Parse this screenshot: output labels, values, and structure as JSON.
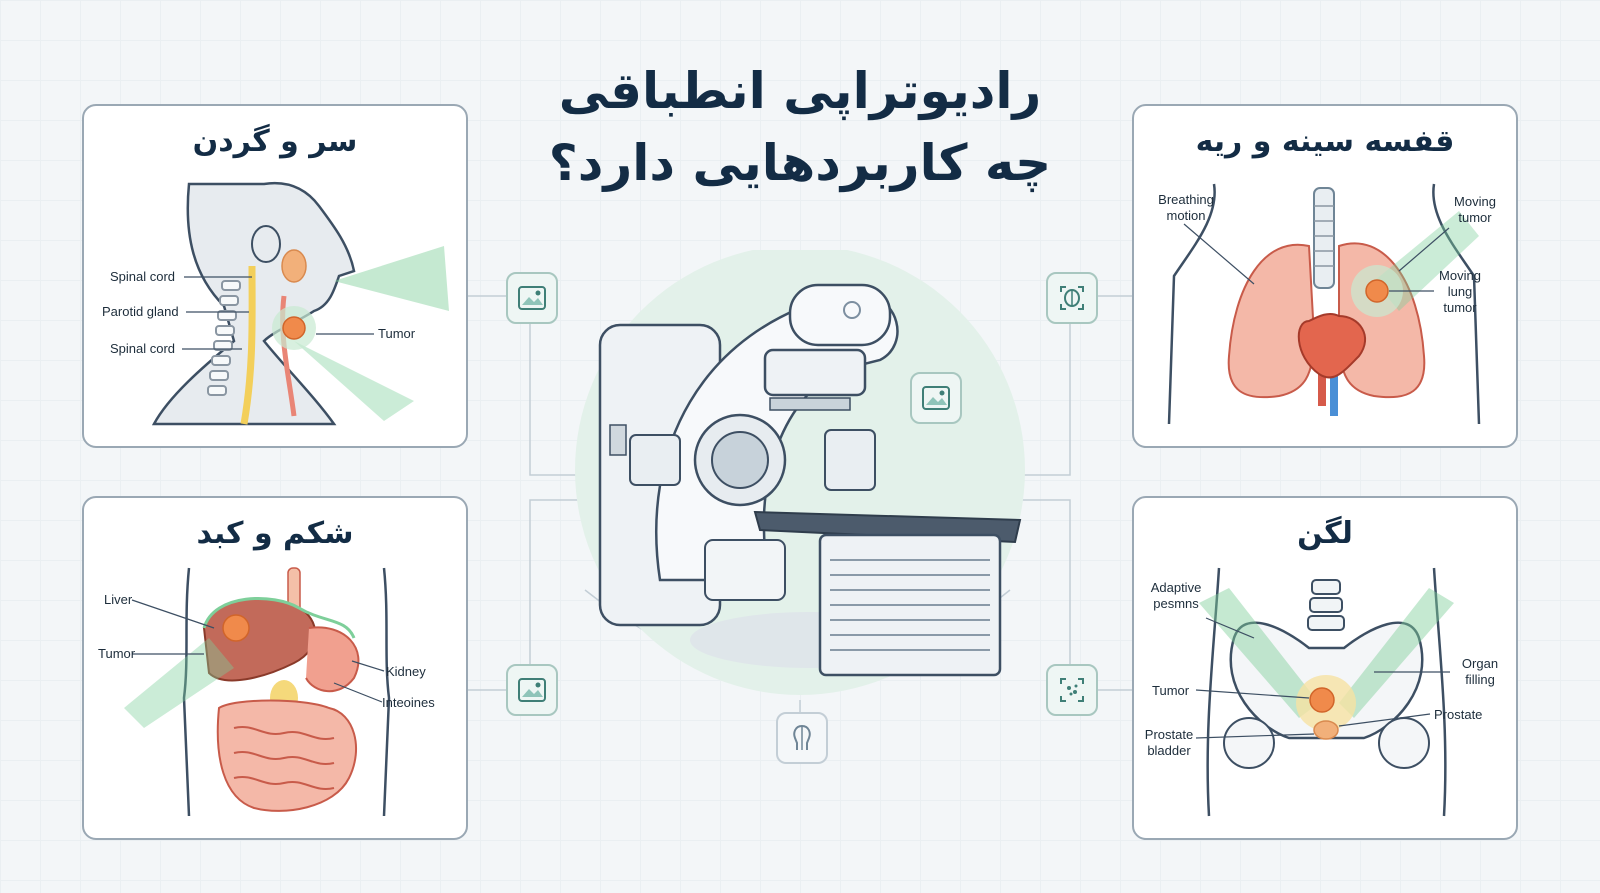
{
  "title": {
    "line1": "رادیوتراپی انطباقی",
    "line2": "چه کاربردهایی دارد؟"
  },
  "colors": {
    "navy": "#132c45",
    "beam_green": "#7ecf9a",
    "tumor_orange": "#f08a4b",
    "organ_red": "#e98576",
    "spine_yellow": "#f3cf5a"
  },
  "panels": {
    "head_neck": {
      "title": "سر و گردن",
      "labels": [
        "Spinal cord",
        "Parotid gland",
        "Spinal cord",
        "Tumor"
      ]
    },
    "chest_lung": {
      "title": "قفسه سینه و ریه",
      "breathing": "Breathing motion",
      "moving_tumor": "Moving tumor",
      "moving_lung_tumor": "Moving lung tumor"
    },
    "abdomen_liver": {
      "title": "شکم و کبد",
      "labels": [
        "Liver",
        "Tumor",
        "Kidney",
        "Inteoines"
      ]
    },
    "pelvis": {
      "title": "لگن",
      "adaptive": "Adaptive pesmns",
      "organ_filling": "Organ filling",
      "tumor": "Tumor",
      "prostate": "Prostate",
      "prostate_bladder": "Prostate bladder"
    }
  },
  "icons": [
    "image-icon",
    "brain-scan-icon",
    "image-icon",
    "scan-icon",
    "image-icon",
    "head-profile-icon"
  ]
}
